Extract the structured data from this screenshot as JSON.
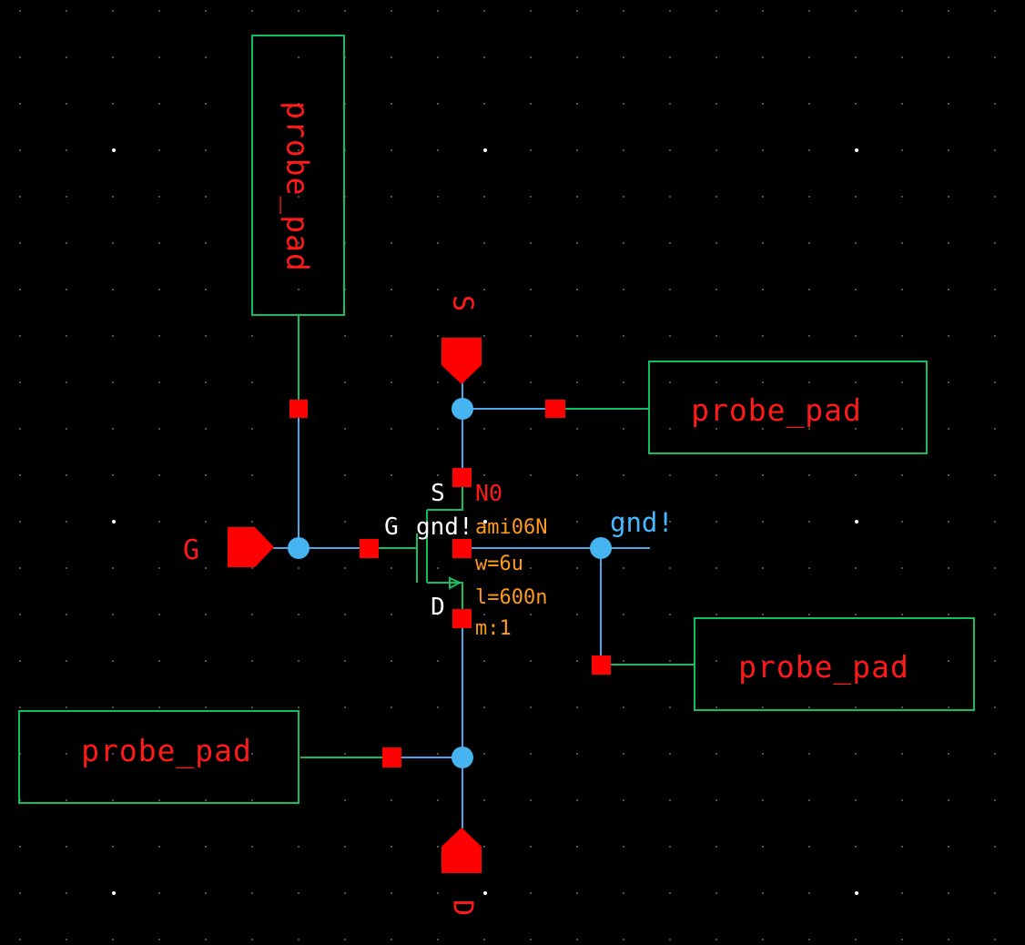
{
  "schematic": {
    "probe_pads": [
      {
        "id": "pad_gate",
        "label": "probe_pad"
      },
      {
        "id": "pad_source",
        "label": "probe_pad"
      },
      {
        "id": "pad_bulk",
        "label": "probe_pad"
      },
      {
        "id": "pad_drain",
        "label": "probe_pad"
      }
    ],
    "pins": {
      "source": "S",
      "gate": "G",
      "drain": "D"
    },
    "transistor": {
      "instance": "N0",
      "cell": "ami06N",
      "terminals": {
        "source": "S",
        "gate": "G",
        "drain": "D",
        "bulk": "gnd!"
      },
      "params": {
        "w": "w=6u",
        "l": "l=600n",
        "m": "m:1"
      }
    },
    "net_label": "gnd!",
    "colors": {
      "background": "#000000",
      "wire": "#4aa8e8",
      "pad_wire": "#10c060",
      "box": "#10c060",
      "pin": "#ff0000",
      "label": "#ff1a1a",
      "param": "#ff9a1a",
      "net": "#48b8ff",
      "junction": "#45b4f0"
    }
  }
}
